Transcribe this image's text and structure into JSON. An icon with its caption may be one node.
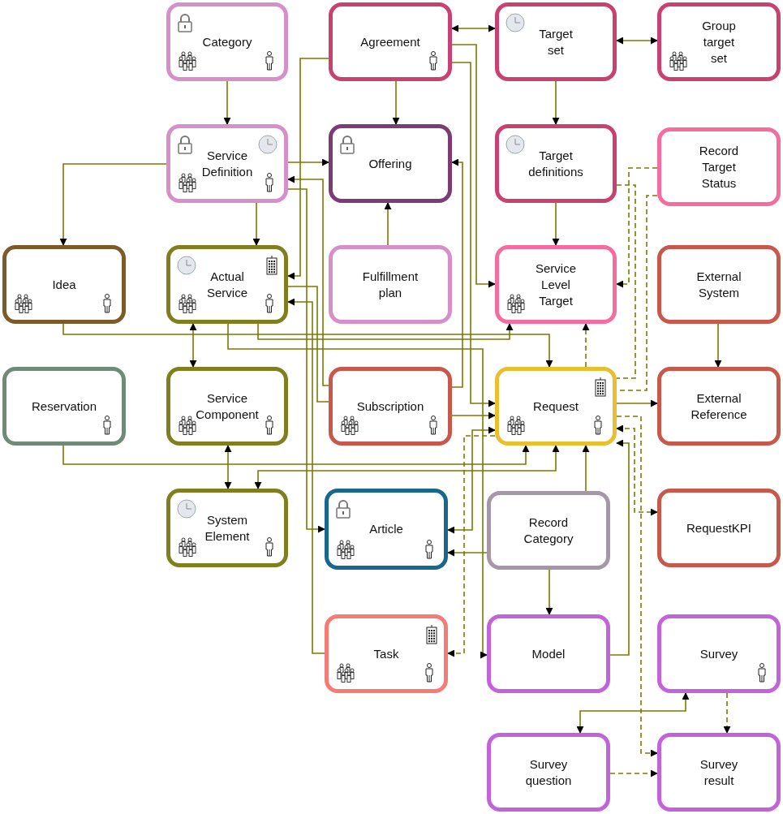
{
  "diagram": {
    "nodes": [
      {
        "text": [
          "Category"
        ]
      },
      {
        "text": [
          "Agreement"
        ]
      },
      {
        "text": [
          "Target set"
        ]
      },
      {
        "text": [
          "Group target set"
        ]
      },
      {
        "text": [
          "Service Definition"
        ]
      },
      {
        "text": [
          "Offering"
        ]
      },
      {
        "text": [
          "Target definitions"
        ]
      },
      {
        "text": [
          "Record Target Status"
        ]
      },
      {
        "text": [
          "Idea"
        ]
      },
      {
        "text": [
          "Actual Service"
        ]
      },
      {
        "text": [
          "Fulfillment plan"
        ]
      },
      {
        "text": [
          "Service Level Target"
        ]
      },
      {
        "text": [
          "External System"
        ]
      },
      {
        "text": [
          "Reservation"
        ]
      },
      {
        "text": [
          "Service Component"
        ]
      },
      {
        "text": [
          "Subscription"
        ]
      },
      {
        "text": [
          "Request"
        ]
      },
      {
        "text": [
          "External Reference"
        ]
      },
      {
        "text": [
          "System Element"
        ]
      },
      {
        "text": [
          "Article"
        ]
      },
      {
        "text": [
          "Record Category"
        ]
      },
      {
        "text": [
          "RequestKPI"
        ]
      },
      {
        "text": [
          "Task"
        ]
      },
      {
        "text": [
          "Model"
        ]
      },
      {
        "text": [
          "Survey"
        ]
      },
      {
        "text": [
          "Survey question"
        ]
      },
      {
        "text": [
          "Survey result"
        ]
      }
    ],
    "edges": [
      {
        "from": 0,
        "to": 4,
        "arrow": "to"
      },
      {
        "from": 1,
        "to": 5,
        "arrow": "to"
      },
      {
        "from": 1,
        "to": 2,
        "arrow": "both"
      },
      {
        "from": 2,
        "to": 3,
        "arrow": "both"
      },
      {
        "from": 2,
        "to": 6,
        "arrow": "to"
      },
      {
        "from": 6,
        "to": 11,
        "arrow": "to"
      },
      {
        "from": 4,
        "to": 5,
        "arrow": "to"
      },
      {
        "from": 4,
        "to": 8,
        "arrow": "to"
      },
      {
        "from": 4,
        "to": 9,
        "arrow": "to"
      },
      {
        "from": 10,
        "to": 5,
        "arrow": "to"
      },
      {
        "from": 1,
        "to": 9,
        "arrow": "to"
      },
      {
        "from": 1,
        "to": 11,
        "arrow": "to"
      },
      {
        "from": 1,
        "to": 16,
        "arrow": "to"
      },
      {
        "from": 15,
        "to": 4,
        "arrow": "to"
      },
      {
        "from": 4,
        "to": 19,
        "arrow": "to"
      },
      {
        "from": 22,
        "to": 9,
        "arrow": "to"
      },
      {
        "from": 9,
        "to": 15,
        "arrow": "none"
      },
      {
        "from": 15,
        "to": 5,
        "arrow": "to"
      },
      {
        "from": 15,
        "to": 16,
        "arrow": "to"
      },
      {
        "from": 8,
        "to": 16,
        "arrow": "to"
      },
      {
        "from": 9,
        "to": 14,
        "arrow": "both"
      },
      {
        "from": 9,
        "to": 11,
        "arrow": "to"
      },
      {
        "from": 9,
        "to": 23,
        "arrow": "to"
      },
      {
        "from": 14,
        "to": 18,
        "arrow": "both"
      },
      {
        "from": 13,
        "to": 16,
        "arrow": "to"
      },
      {
        "from": 18,
        "to": 16,
        "arrow": "both"
      },
      {
        "from": 20,
        "to": 16,
        "arrow": "to"
      },
      {
        "from": 20,
        "to": 23,
        "arrow": "to"
      },
      {
        "from": 20,
        "to": 19,
        "arrow": "to"
      },
      {
        "from": 16,
        "to": 19,
        "arrow": "both"
      },
      {
        "from": 16,
        "to": 22,
        "arrow": "to",
        "style": "dashed"
      },
      {
        "from": 23,
        "to": 16,
        "arrow": "to"
      },
      {
        "from": 16,
        "to": 11,
        "arrow": "to",
        "style": "dashed"
      },
      {
        "from": 16,
        "to": 17,
        "arrow": "to"
      },
      {
        "from": 12,
        "to": 17,
        "arrow": "to"
      },
      {
        "from": 7,
        "to": 11,
        "arrow": "to",
        "style": "dashed"
      },
      {
        "from": 6,
        "to": 16,
        "arrow": "none",
        "style": "dashed"
      },
      {
        "from": 7,
        "to": 16,
        "arrow": "none",
        "style": "dashed"
      },
      {
        "from": 16,
        "to": 21,
        "arrow": "both",
        "style": "dashed"
      },
      {
        "from": 16,
        "to": 26,
        "arrow": "to",
        "style": "dashed"
      },
      {
        "from": 24,
        "to": 25,
        "arrow": "both"
      },
      {
        "from": 24,
        "to": 26,
        "arrow": "to",
        "style": "dashed"
      },
      {
        "from": 25,
        "to": 26,
        "arrow": "to",
        "style": "dashed"
      }
    ]
  }
}
